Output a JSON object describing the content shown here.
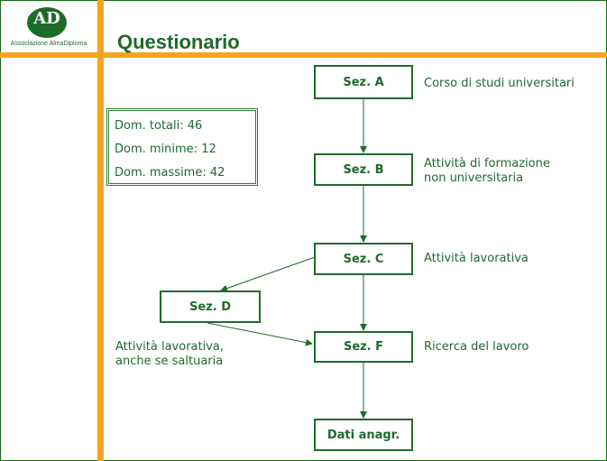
{
  "logo": {
    "mark": "AD",
    "subtitle": "Associazione AlmaDiploma"
  },
  "title": "Questionario",
  "stats": {
    "total": "Dom. totali: 46",
    "min": "Dom. minime: 12",
    "max": "Dom. massime: 42"
  },
  "sections": {
    "a": {
      "label": "Sez. A",
      "desc": "Corso di studi universitari"
    },
    "b": {
      "label": "Sez. B",
      "desc": "Attività di formazione\nnon universitaria"
    },
    "c": {
      "label": "Sez. C",
      "desc": "Attività lavorativa"
    },
    "d": {
      "label": "Sez. D",
      "desc": "Attività lavorativa,\nanche se saltuaria"
    },
    "f": {
      "label": "Sez. F",
      "desc": "Ricerca del lavoro"
    },
    "g": {
      "label": "Dati anagr."
    }
  },
  "colors": {
    "accent": "#f4a520",
    "primary": "#1e6b2a"
  }
}
